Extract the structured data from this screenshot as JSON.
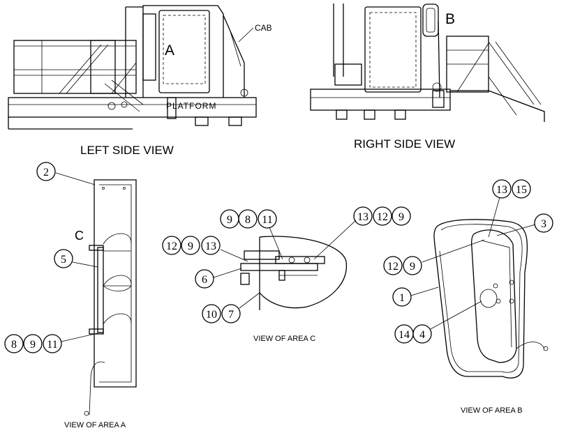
{
  "views": {
    "left_side": {
      "title": "LEFT SIDE VIEW",
      "cab_label": "CAB",
      "platform_label": "PLATFORM",
      "area_letter": "A"
    },
    "right_side": {
      "title": "RIGHT SIDE VIEW",
      "area_letter": "B"
    },
    "area_a": {
      "title": "VIEW OF AREA  A",
      "area_letter": "C"
    },
    "area_c": {
      "title": "VIEW OF AREA  C"
    },
    "area_b": {
      "title": "VIEW OF AREA  B"
    }
  },
  "callouts": {
    "a_2": "2",
    "a_5": "5",
    "a_8": "8",
    "a_9": "9",
    "a_11": "11",
    "c_9a": "9",
    "c_8": "8",
    "c_11": "11",
    "c_13a": "13",
    "c_12a": "12",
    "c_9b": "9",
    "c_12b": "12",
    "c_9c": "9",
    "c_13b": "13",
    "c_6": "6",
    "c_10": "10",
    "c_7": "7",
    "b_13": "13",
    "b_15": "15",
    "b_3": "3",
    "b_12": "12",
    "b_9": "9",
    "b_1": "1",
    "b_14": "14",
    "b_4": "4"
  }
}
